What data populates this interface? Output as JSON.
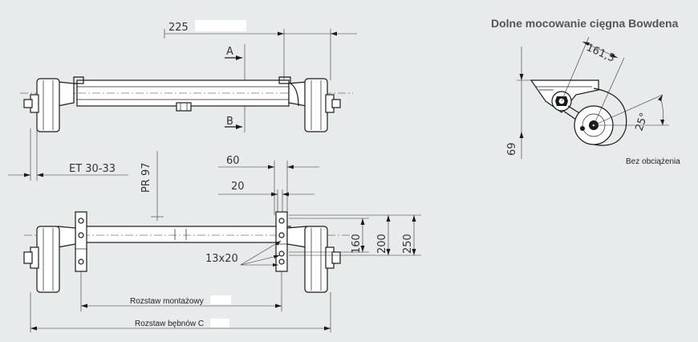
{
  "title": "Dolne mocowanie cięgna Bowdena",
  "labels": {
    "dim_225": "225",
    "section_a": "A",
    "section_b": "B",
    "et": "ET 30-33",
    "pr": "PR 97",
    "dim_60": "60",
    "dim_20": "20",
    "dim_160": "160",
    "dim_200": "200",
    "dim_250": "250",
    "bolt": "13x20",
    "mount_spacing": "Rozstaw montażowy",
    "drum_spacing": "Rozstaw bębnów C",
    "dim_161_5": "161,5",
    "dim_69": "69",
    "angle_25": "25°",
    "no_load": "Bez obciążenia"
  }
}
